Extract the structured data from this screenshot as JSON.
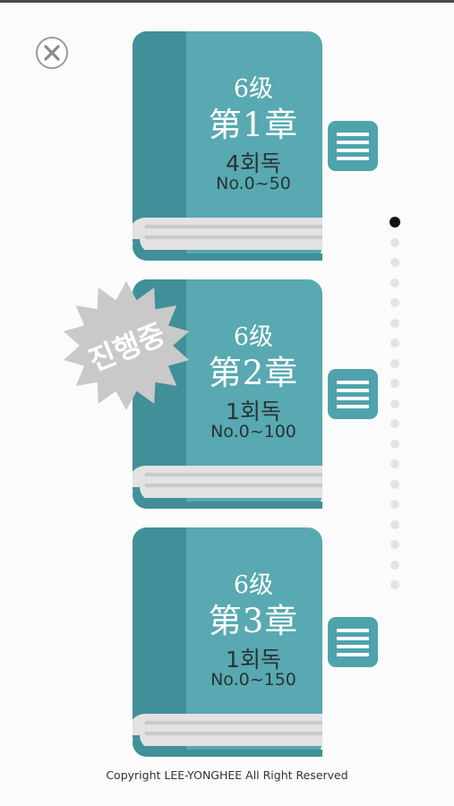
{
  "close_button": {
    "icon": "close-icon"
  },
  "books": [
    {
      "grade": "6级",
      "chapter": "第1章",
      "reads": "4회독",
      "range": "No.0~50",
      "menu_icon": "menu-icon"
    },
    {
      "grade": "6级",
      "chapter": "第2章",
      "reads": "1회독",
      "range": "No.0~100",
      "menu_icon": "menu-icon"
    },
    {
      "grade": "6级",
      "chapter": "第3章",
      "reads": "1회독",
      "range": "No.0~150",
      "menu_icon": "menu-icon"
    }
  ],
  "badge": {
    "label": "진행중",
    "color": "#c9c9c9"
  },
  "colors": {
    "book_cover": "#58a9b1",
    "book_spine": "#418f98",
    "pages": "#dcdcdc",
    "accent": "#4fa3ac"
  },
  "page_indicator": {
    "count": 19,
    "active_index": 0
  },
  "footer": {
    "copyright": "Copyright LEE-YONGHEE All Right Reserved"
  }
}
